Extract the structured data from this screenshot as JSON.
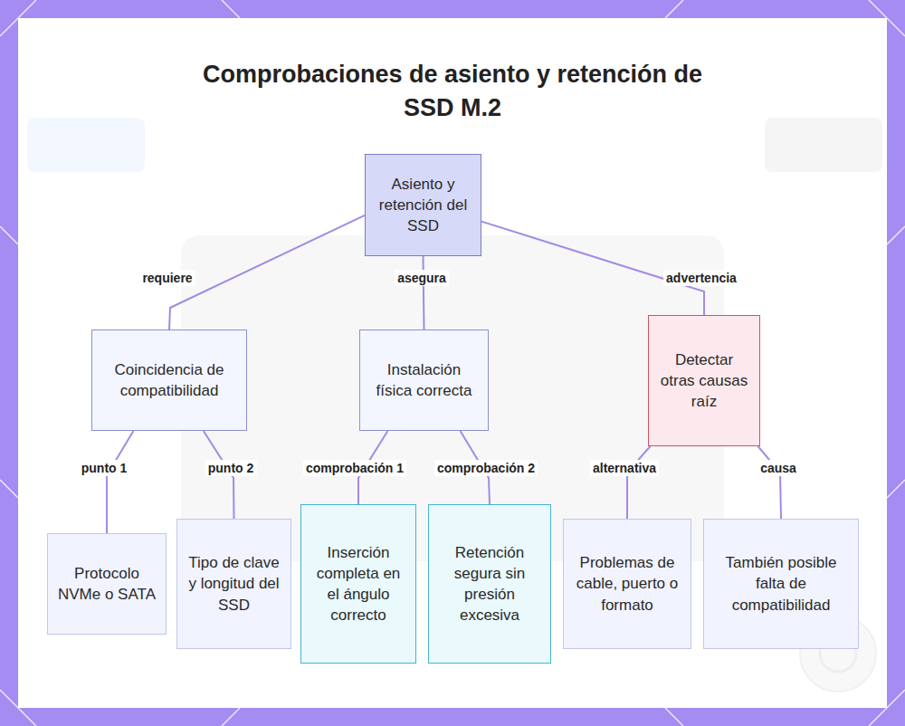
{
  "diagram": {
    "title": "Comprobaciones de asiento y retención de SSD M.2",
    "nodes": [
      {
        "text": [
          "Asiento y retención del SSD"
        ]
      },
      {
        "text": [
          "Coincidencia de compatibilidad"
        ]
      },
      {
        "text": [
          "Instalación física correcta"
        ]
      },
      {
        "text": [
          "Detectar otras causas raíz"
        ]
      },
      {
        "text": [
          "Protocolo NVMe o SATA"
        ]
      },
      {
        "text": [
          "Tipo de clave y longitud del SSD"
        ]
      },
      {
        "text": [
          "Inserción completa en el ángulo correcto"
        ]
      },
      {
        "text": [
          "Retención segura sin presión excesiva"
        ]
      },
      {
        "text": [
          "Problemas de cable, puerto o formato"
        ]
      },
      {
        "text": [
          "También posible falta de compatibilidad"
        ]
      }
    ],
    "edges": [
      {
        "from": 0,
        "to": 1,
        "label": "requiere",
        "arrow": "none"
      },
      {
        "from": 0,
        "to": 2,
        "label": "asegura",
        "arrow": "none"
      },
      {
        "from": 0,
        "to": 3,
        "label": "advertencia",
        "arrow": "none"
      },
      {
        "from": 1,
        "to": 4,
        "label": "punto 1",
        "arrow": "none"
      },
      {
        "from": 1,
        "to": 5,
        "label": "punto 2",
        "arrow": "none"
      },
      {
        "from": 2,
        "to": 6,
        "label": "comprobación 1",
        "arrow": "none"
      },
      {
        "from": 2,
        "to": 7,
        "label": "comprobación 2",
        "arrow": "none"
      },
      {
        "from": 3,
        "to": 8,
        "label": "alternativa",
        "arrow": "none"
      },
      {
        "from": 3,
        "to": 9,
        "label": "causa",
        "arrow": "none"
      }
    ]
  }
}
